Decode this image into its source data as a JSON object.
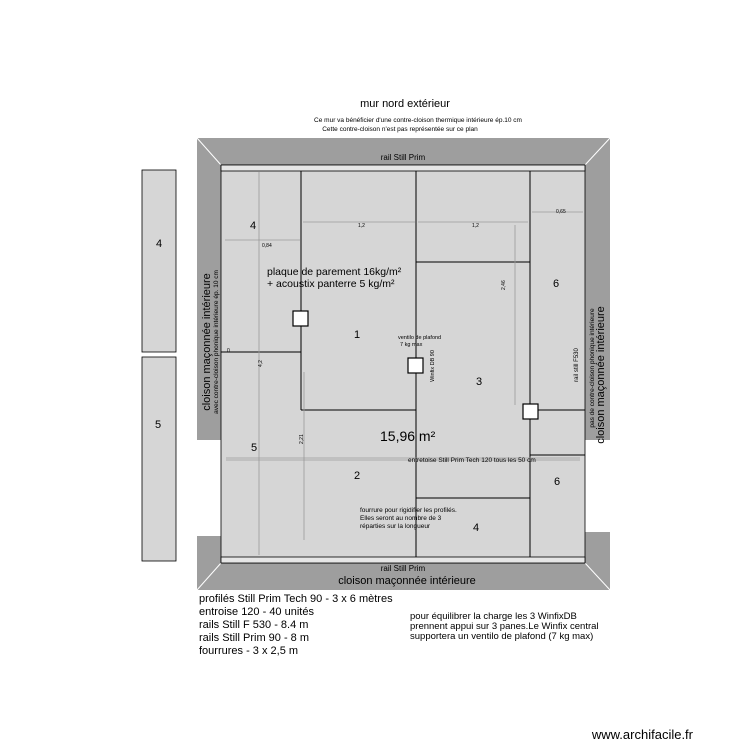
{
  "title": "mur nord extérieur",
  "north_note_1": "Ce mur va bénéficier d'une contre-cloison thermique intérieure ép.10 cm",
  "north_note_2": "Cette contre-cloison n'est pas représentée sur ce plan",
  "rail_top": "rail Still Prim",
  "rail_bottom": "rail Still Prim",
  "wall_bottom": "cloison maçonnée intérieure",
  "wall_left": "cloison maçonnée intérieure",
  "wall_left_note": "avec contre-cloison phonique intérieure ép. 10 cm",
  "wall_right": "cloison maçonnée intérieure",
  "wall_right_note": "pas de contre-cloison phonique intérieure",
  "rail_right": "rail still F530",
  "board_label_1": "plaque de parement 16kg/m²",
  "board_label_2": "+ acoustix panterre 5 kg/m²",
  "area": "15,96 m²",
  "ventilo_note_1": "ventilo de plafond",
  "ventilo_note_2": "7 kg max",
  "winfix_label": "Winfix DB 90",
  "entretoise_note": "entretoise Still Prim Tech 120 tous les 50 cm",
  "fourrure_note_1": "fourrure pour rigidifier les profilés.",
  "fourrure_note_2": "Elles seront au nombre de 3",
  "fourrure_note_3": "réparties sur la longueur",
  "dims": {
    "d_left": "0,84",
    "d_mid1": "1,2",
    "d_mid2": "1,2",
    "d_right": "0,65",
    "d_vert_right": "2,46",
    "d_vert_left": "4,2",
    "d_vert_mid": "2,21",
    "d_small": "0"
  },
  "zones": {
    "z1": "1",
    "z2": "2",
    "z3": "3",
    "z4_top": "4",
    "z4_bottom": "4",
    "z5": "5",
    "z6_top": "6",
    "z6_bottom": "6"
  },
  "side_panels": {
    "upper": "4",
    "lower": "5"
  },
  "materials": [
    "profilés Still Prim Tech 90 - 3 x 6 mètres",
    "entroise 120 - 40 unités",
    "rails Still F 530 - 8.4 m",
    "rails Still Prim 90 - 8 m",
    "fourrures - 3 x 2,5 m"
  ],
  "load_note": [
    "pour équilibrer la charge les 3 WinfixDB",
    "prennent appui sur 3 panes.Le Winfix central",
    "supportera un ventilo de plafond (7 kg max)"
  ],
  "watermark": "www.archifacile.fr"
}
